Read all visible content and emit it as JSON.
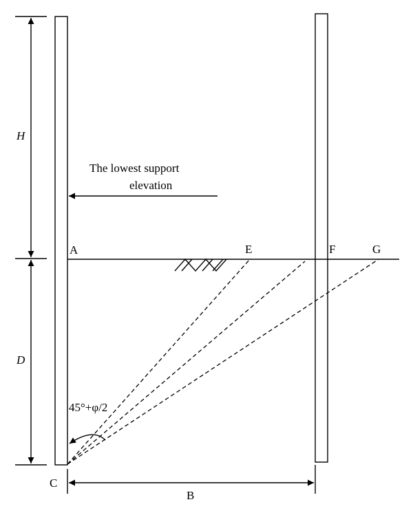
{
  "labels": {
    "H": "H",
    "D": "D",
    "support_line1": "The lowest support",
    "support_line2": "elevation",
    "A": "A",
    "E": "E",
    "F": "F",
    "G": "G",
    "C": "C",
    "B": "B",
    "angle": "45°+φ/2"
  }
}
